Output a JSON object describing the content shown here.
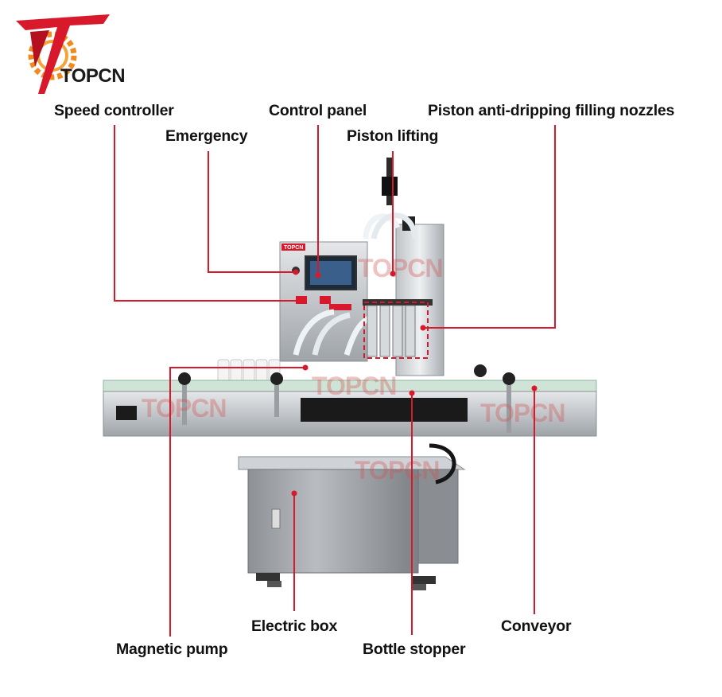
{
  "brand": {
    "logo_text": "TOPCN",
    "watermark": "TOPCN",
    "plate_text": "TOPCN",
    "accent_color": "#d8192b"
  },
  "callouts": [
    {
      "id": "speed-controller",
      "label": "Speed controller"
    },
    {
      "id": "control-panel",
      "label": "Control panel"
    },
    {
      "id": "piston-nozzles",
      "label": "Piston anti-dripping filling nozzles"
    },
    {
      "id": "emergency",
      "label": "Emergency"
    },
    {
      "id": "piston-lifting",
      "label": "Piston lifting"
    },
    {
      "id": "electric-box",
      "label": "Electric box"
    },
    {
      "id": "conveyor",
      "label": "Conveyor"
    },
    {
      "id": "magnetic-pump",
      "label": "Magnetic pump"
    },
    {
      "id": "bottle-stopper",
      "label": "Bottle stopper"
    }
  ]
}
